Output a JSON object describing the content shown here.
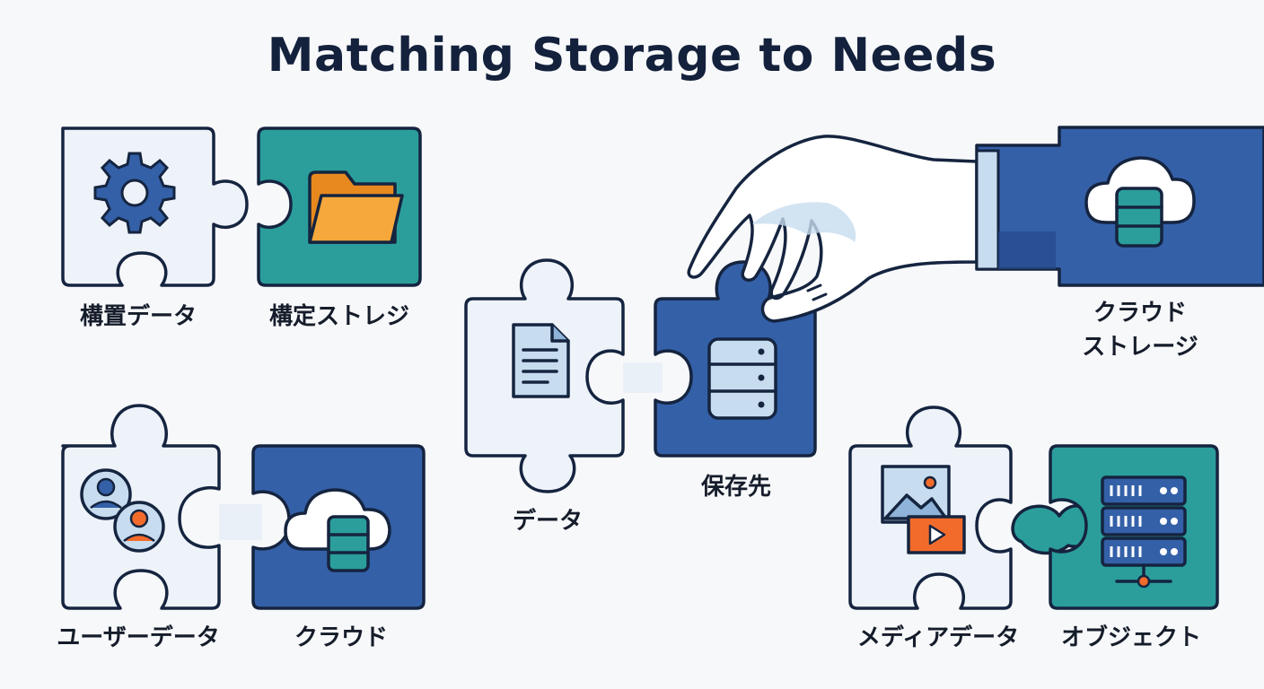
{
  "title": "Matching Storage to Needs",
  "colors": {
    "light_piece": "#eef3fa",
    "outline": "#15243f",
    "teal": "#2b9e9c",
    "blue": "#3460a8",
    "orange": "#f5a03a",
    "accent_orange": "#f36b2b",
    "db_fill": "#c7dcef"
  },
  "pairs": [
    {
      "left_label": "構置データ",
      "left_icon": "gear-icon",
      "right_label": "構定ストレジ",
      "right_icon": "folder-icon"
    },
    {
      "left_label": "ユーザーデータ",
      "left_icon": "users-icon",
      "right_label": "クラウド",
      "right_icon": "cloud-database-icon"
    },
    {
      "left_label": "データ",
      "left_icon": "document-icon",
      "right_label": "保存先",
      "right_icon": "database-icon"
    },
    {
      "left_label": "メディアデータ",
      "left_icon": "media-icon",
      "right_label": "オブジェクト",
      "right_icon": "server-rack-icon"
    }
  ],
  "hand_piece": {
    "label_line1": "クラウド",
    "label_line2": "ストレージ",
    "icon": "cloud-database-icon"
  }
}
